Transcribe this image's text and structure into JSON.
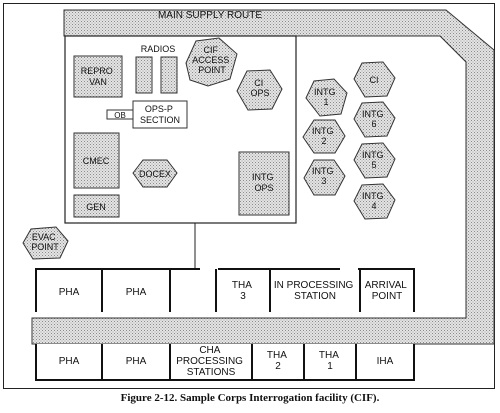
{
  "route": {
    "label": "MAIN SUPPLY ROUTE"
  },
  "compound": {
    "radios": "RADIOS",
    "cif_access_point": [
      "CIF",
      "ACCESS",
      "POINT"
    ],
    "repro_van": [
      "REPRO",
      "VAN"
    ],
    "ci_ops": [
      "CI",
      "OPS"
    ],
    "ob": "OB",
    "ops_p": [
      "OPS-P",
      "SECTION"
    ],
    "cmec": "CMEC",
    "docex": "DOCEX",
    "gen": "GEN",
    "intg_ops": [
      "INTG",
      "OPS"
    ]
  },
  "intg_tents": {
    "intg1": [
      "INTG",
      "1"
    ],
    "intg2": [
      "INTG",
      "2"
    ],
    "intg3": [
      "INTG",
      "3"
    ],
    "ci": "CI",
    "intg6": [
      "INTG",
      "6"
    ],
    "intg5": [
      "INTG",
      "5"
    ],
    "intg4": [
      "INTG",
      "4"
    ]
  },
  "evac_point": [
    "EVAC",
    "POINT"
  ],
  "holding": {
    "top_row": {
      "pha_1": "PHA",
      "pha_2": "PHA",
      "tha_3": [
        "THA",
        "3"
      ],
      "in_processing": [
        "IN PROCESSING",
        "STATION"
      ],
      "arrival_point": [
        "ARRIVAL",
        "POINT"
      ]
    },
    "bottom_row": {
      "pha_1": "PHA",
      "pha_2": "PHA",
      "cha_processing": [
        "CHA",
        "PROCESSING",
        "STATIONS"
      ],
      "tha_2": [
        "THA",
        "2"
      ],
      "tha_1": [
        "THA",
        "1"
      ],
      "iha": "IHA"
    }
  },
  "caption": "Figure 2-12.  Sample Corps Interrogation facility (CIF)."
}
